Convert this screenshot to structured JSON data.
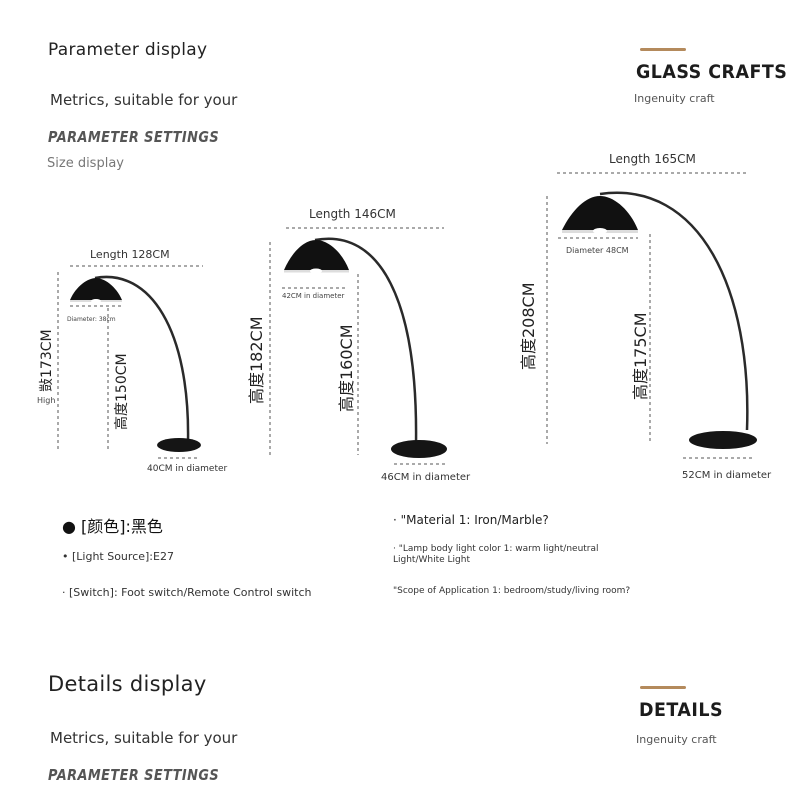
{
  "section1": {
    "title": "Parameter display",
    "subtitle": "Metrics, suitable for your",
    "param_label": "PARAMETER SETTINGS",
    "size_label": "Size display",
    "brand_name": "GLASS CRAFTS",
    "brand_sub": "Ingenuity craft"
  },
  "lamps": [
    {
      "length": "Length 128CM",
      "height_total": "敱173CM",
      "high_label": "High",
      "height_arm": "高度150CM",
      "shade_diameter": "Diameter: 38cm",
      "base_diameter": "40CM in diameter"
    },
    {
      "length": "Length 146CM",
      "height_total": "高度182CM",
      "height_arm": "高度160CM",
      "shade_diameter": "42CM in diameter",
      "base_diameter": "46CM in diameter"
    },
    {
      "length": "Length 165CM",
      "height_total": "高度208CM",
      "height_arm": "高度175CM",
      "shade_diameter": "Diameter 48CM",
      "base_diameter": "52CM in diameter"
    }
  ],
  "specs": {
    "color": "● [颜色]:黑色",
    "light_source": "• [Light Source]:E27",
    "switch": "· [Switch]: Foot switch/Remote Control switch",
    "material": "· \"Material 1: Iron/Marble?",
    "light_color": "· \"Lamp body light color 1: warm light/neutral Light/White Light",
    "scope": "\"Scope of Application 1: bedroom/study/living room?"
  },
  "section2": {
    "title": "Details display",
    "subtitle": "Metrics, suitable for your",
    "param_label": "PARAMETER SETTINGS",
    "brand_name": "DETAILS",
    "brand_sub": "Ingenuity craft"
  },
  "colors": {
    "accent": "#b48a5c",
    "lamp": "#1a1a1a",
    "text": "#222222"
  }
}
